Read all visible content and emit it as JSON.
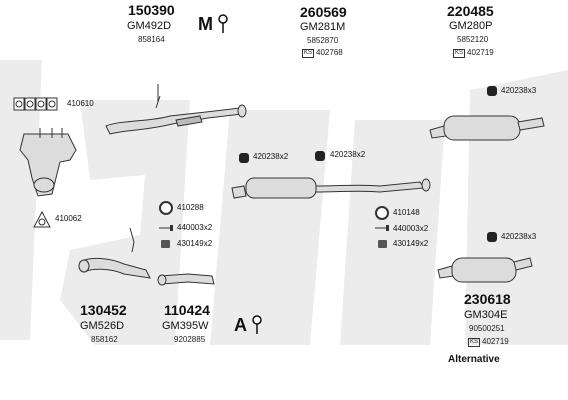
{
  "groups": [
    {
      "part": "150390",
      "oem": "GM492D",
      "ref": "858164",
      "ks": ""
    },
    {
      "part": "260569",
      "oem": "GM281M",
      "ref": "5852870",
      "ks": "402768"
    },
    {
      "part": "220485",
      "oem": "GM280P",
      "ref": "5852120",
      "ks": "402719"
    },
    {
      "part": "130452",
      "oem": "GM526D",
      "ref": "858162",
      "ks": ""
    },
    {
      "part": "110424",
      "oem": "GM395W",
      "ref": "9202885",
      "ks": ""
    },
    {
      "part": "230618",
      "oem": "GM304E",
      "ref": "90500251",
      "ks": "402719"
    }
  ],
  "ks_prefix": "KS",
  "hardware": [
    {
      "label": "410610",
      "icon": "gasket-set-icon"
    },
    {
      "label": "410062",
      "icon": "triangle-gasket-icon"
    },
    {
      "label": "410288",
      "icon": "ring-gasket-icon"
    },
    {
      "label": "440003x2",
      "icon": "bolt-icon"
    },
    {
      "label": "430149x2",
      "icon": "nut-icon"
    },
    {
      "label": "420238x2",
      "icon": "rubber-mount-icon"
    },
    {
      "label": "420238x2",
      "icon": "rubber-mount-icon"
    },
    {
      "label": "410148",
      "icon": "ring-gasket-icon"
    },
    {
      "label": "440003x2",
      "icon": "bolt-icon"
    },
    {
      "label": "430149x2",
      "icon": "nut-icon"
    },
    {
      "label": "420238x3",
      "icon": "rubber-mount-icon"
    },
    {
      "label": "420238x3",
      "icon": "rubber-mount-icon"
    }
  ],
  "badges": {
    "manual": "M",
    "automatic": "A"
  },
  "alternative": "Alternative",
  "colors": {
    "watermark": "#ececec",
    "line": "#333333",
    "fill": "#d9d9d9"
  }
}
